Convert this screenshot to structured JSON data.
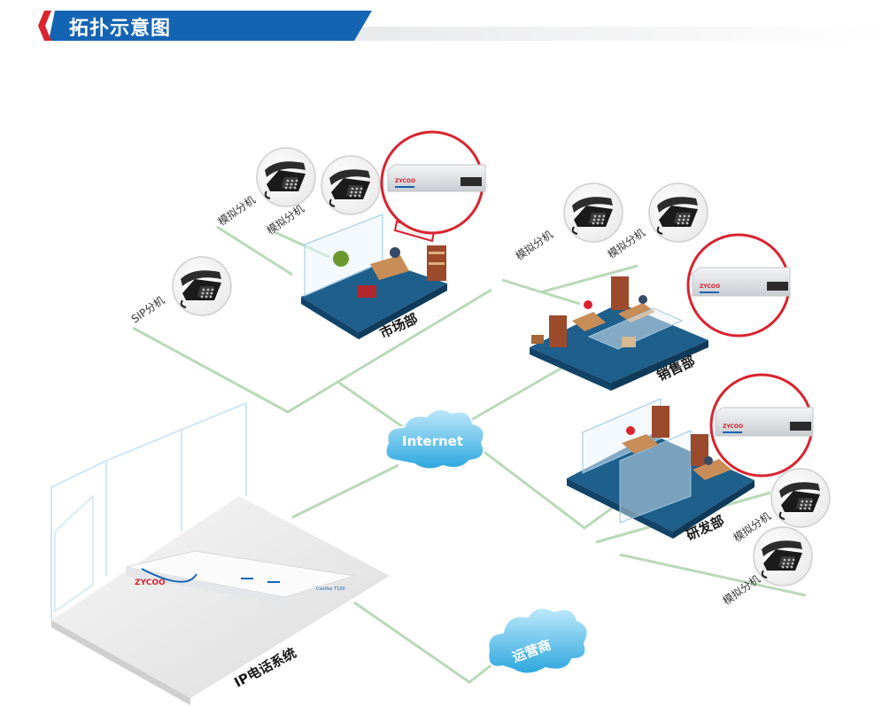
{
  "header": {
    "title": "拓扑示意图"
  },
  "clouds": {
    "internet": "Internet",
    "carrier": "运营商"
  },
  "departments": {
    "market": "市场部",
    "sales": "销售部",
    "rnd": "研发部"
  },
  "ippbx": {
    "label": "IP电话系统",
    "brand": "ZYCOO",
    "model": "CooVox T100"
  },
  "gateway": {
    "brand": "ZYCOO"
  },
  "phones": {
    "analog": "模拟分机",
    "sip": "SIP分机"
  },
  "colors": {
    "accent": "#1464b4",
    "highlight": "#d9232e",
    "link": "#b9d9b8",
    "floor": "#1e5f8c"
  }
}
